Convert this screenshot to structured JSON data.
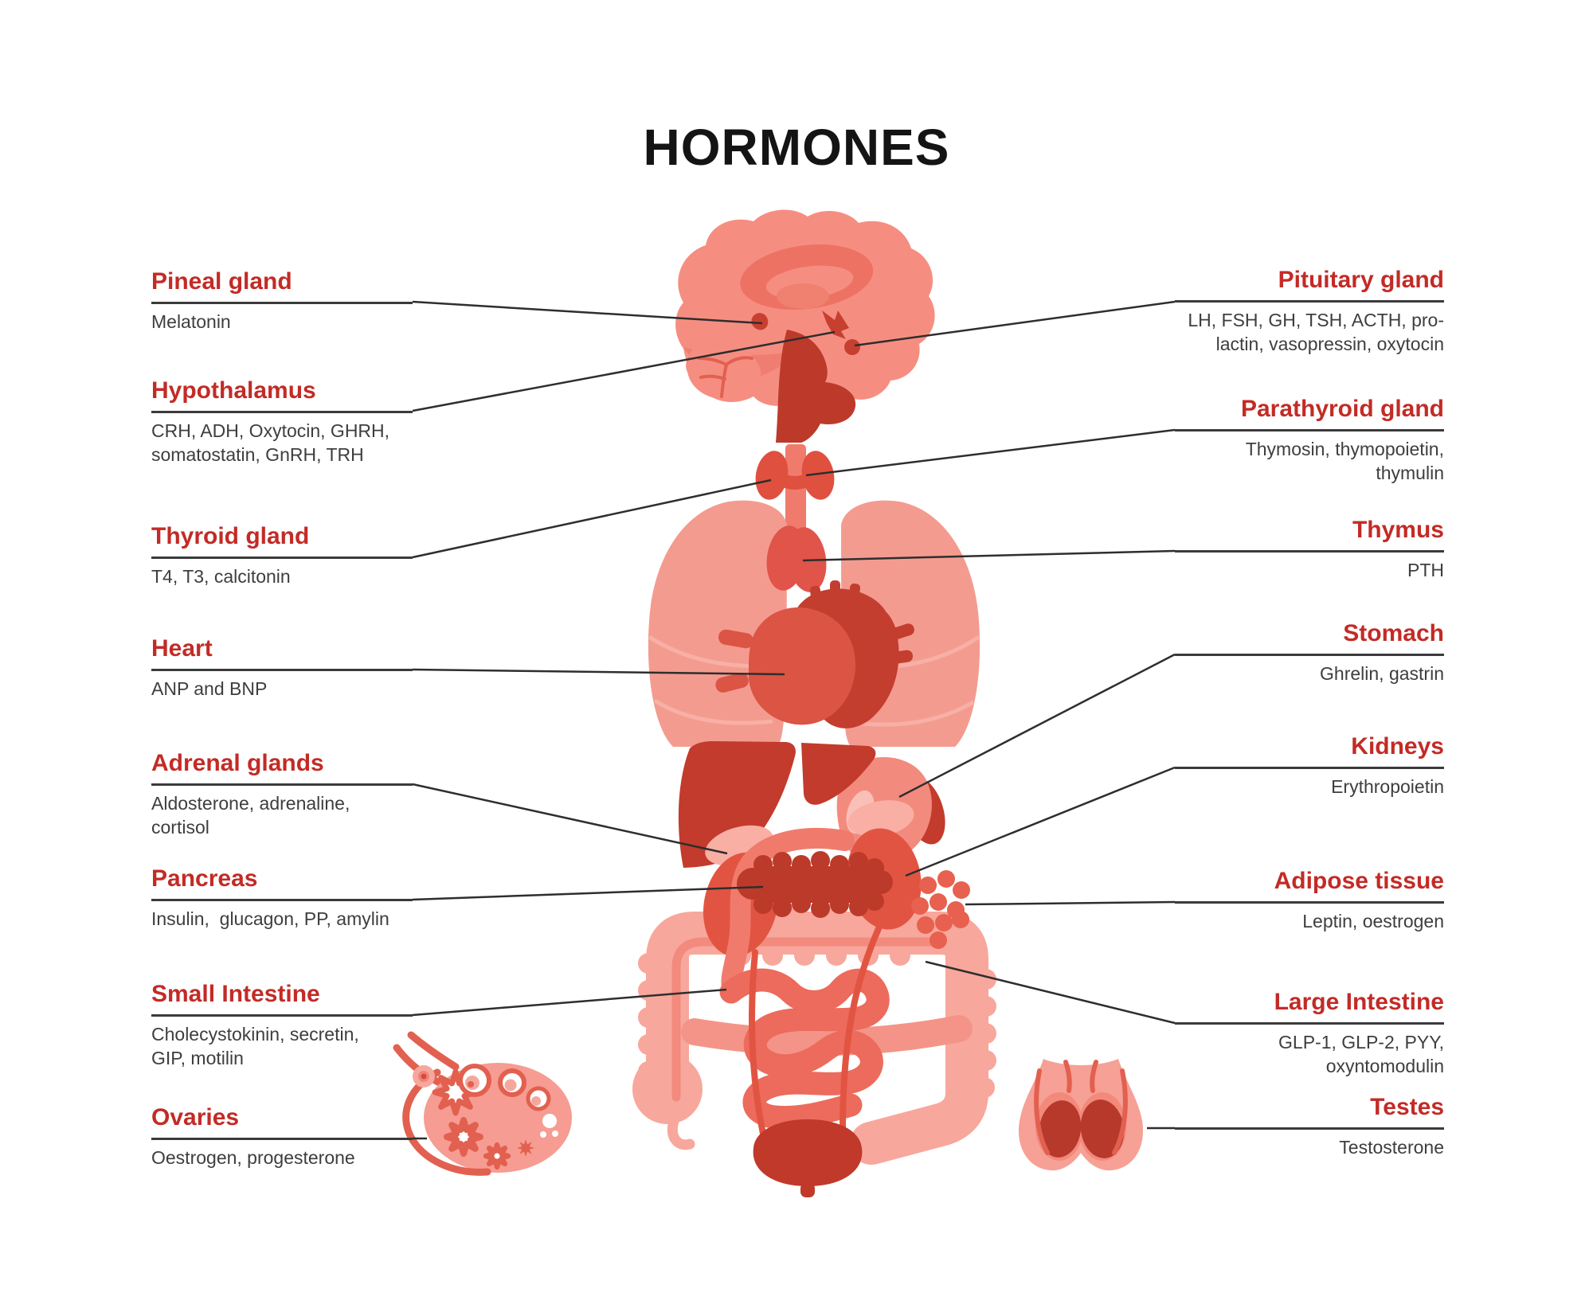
{
  "title": "HORMONES",
  "labels": {
    "left": [
      {
        "name": "Pineal gland",
        "hormones": "Melatonin"
      },
      {
        "name": "Hypothalamus",
        "hormones": "CRH, ADH, Oxytocin, GHRH,\nsomatostatin, GnRH, TRH"
      },
      {
        "name": "Thyroid gland",
        "hormones": "T4, T3, calcitonin"
      },
      {
        "name": "Heart",
        "hormones": "ANP and BNP"
      },
      {
        "name": "Adrenal glands",
        "hormones": "Aldosterone, adrenaline,\ncortisol"
      },
      {
        "name": "Pancreas",
        "hormones": "Insulin,  glucagon, PP, amylin"
      },
      {
        "name": "Small Intestine",
        "hormones": "Cholecystokinin, secretin,\nGIP, motilin"
      },
      {
        "name": "Ovaries",
        "hormones": "Oestrogen, progesterone"
      }
    ],
    "right": [
      {
        "name": "Pituitary gland",
        "hormones": "LH, FSH, GH, TSH, ACTH, pro-\nlactin, vasopressin, oxytocin"
      },
      {
        "name": "Parathyroid gland",
        "hormones": "Thymosin, thymopoietin,\nthymulin"
      },
      {
        "name": "Thymus",
        "hormones": "PTH"
      },
      {
        "name": "Stomach",
        "hormones": "Ghrelin, gastrin"
      },
      {
        "name": "Kidneys",
        "hormones": "Erythropoietin"
      },
      {
        "name": "Adipose tissue",
        "hormones": "Leptin, oestrogen"
      },
      {
        "name": "Large Intestine",
        "hormones": "GLP-1, GLP-2, PYY,\noxyntomodulin"
      },
      {
        "name": "Testes",
        "hormones": "Testosterone"
      }
    ]
  },
  "colors": {
    "heading_red": "#C32B26",
    "text_dark": "#3E3E3E",
    "underline": "#3B3B3B",
    "connector_line": "#2E2E2E",
    "organ_lightest": "#FBC3BB",
    "organ_light": "#F69C92",
    "organ_mid": "#F07B6D",
    "organ_strong": "#E25442",
    "organ_dark": "#C23B2C"
  }
}
